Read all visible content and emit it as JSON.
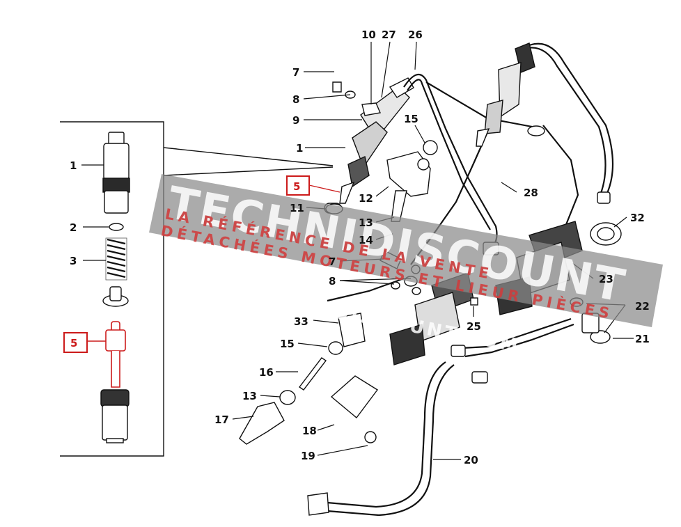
{
  "diagram": {
    "part_labels": {
      "left_1": "1",
      "left_2": "2",
      "left_3": "3",
      "left_5": "5",
      "top_10": "10",
      "top_27": "27",
      "top_26": "26",
      "l7a": "7",
      "l8a": "8",
      "l9": "9",
      "l1b": "1",
      "l15a": "15",
      "l5b": "5",
      "l11": "11",
      "l12": "12",
      "l13a": "13",
      "l14": "14",
      "l28": "28",
      "l32": "32",
      "l7b": "7",
      "l8b": "8",
      "l23": "23",
      "l22": "22",
      "l25": "25",
      "l33": "33",
      "l21": "21",
      "l15b": "15",
      "l16": "16",
      "l13b": "13",
      "l17": "17",
      "l18": "18",
      "l19": "19",
      "l20": "20"
    },
    "highlight_color": "#cc1a1a",
    "line_color": "#111111"
  },
  "watermark": {
    "brand": "TECHNIDISCOUNT",
    "tagline_1": "LA RÉFÉRENCE DE LA VENTE",
    "tagline_2": "DÉTACHÉES MOTEURS ET LIEUR PIÈCES",
    "url": "WWW.TECHNIDISCOUNT.COM",
    "band_color": "#8a8a8a",
    "text_color": "#ffffff",
    "accent_color": "#d23a3a"
  }
}
